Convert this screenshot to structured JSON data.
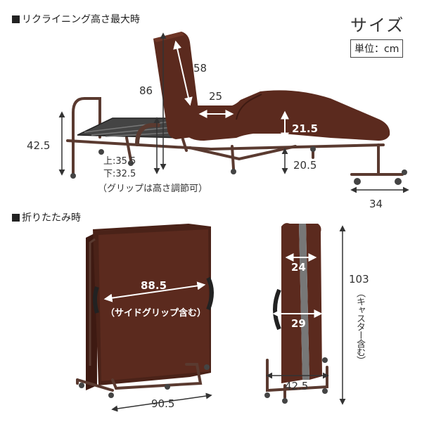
{
  "header": {
    "size_title": "サイズ",
    "unit_label": "単位：cm"
  },
  "reclining": {
    "title": "リクライニング高さ最大時",
    "dims": {
      "backrest_length": "58",
      "total_height": "86",
      "seat_to_back": "25",
      "side_height": "42.5",
      "leg_angle": "21.5",
      "mattress_height": "20.5",
      "caster_width": "34"
    },
    "grip_lines": [
      "上:35.5",
      "下:32.5",
      "（グリップは高さ調節可）"
    ]
  },
  "folded": {
    "title": "折りたたみ時",
    "dims": {
      "width_with_grip": "88.5",
      "width_with_grip_note": "（サイドグリップ含む）",
      "base_width": "90.5",
      "depth_top": "24",
      "depth_mid": "29",
      "depth_base": "42.5",
      "height": "103",
      "height_note": "（キャスター含む）"
    }
  },
  "colors": {
    "mattress": "#5b2a1e",
    "mattress_dark": "#3e1a12",
    "frame": "#5a3a30",
    "arrow_white": "#ffffff",
    "arrow_dark": "#333333"
  }
}
